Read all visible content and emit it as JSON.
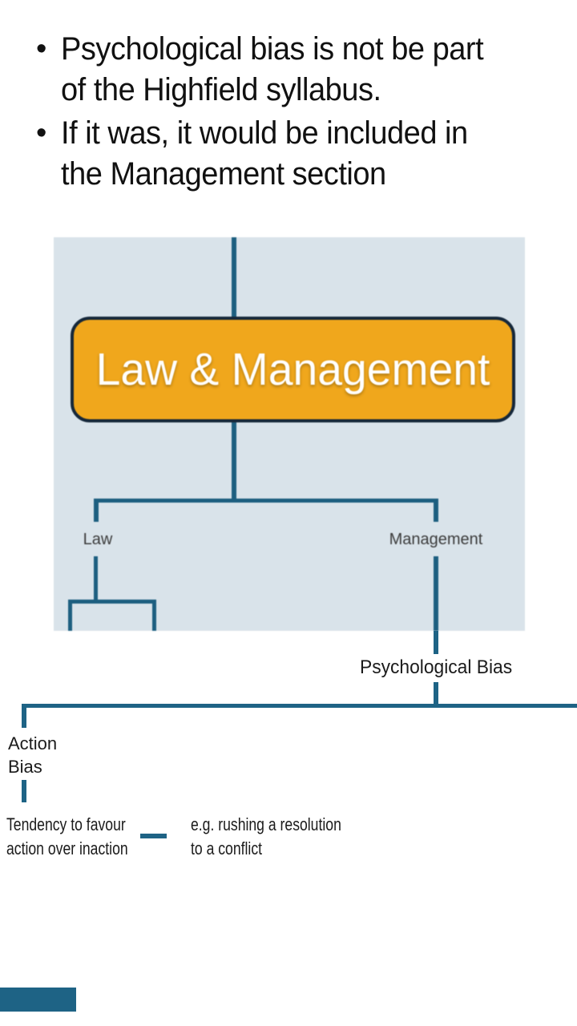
{
  "bullet_char": "•",
  "bullets": [
    {
      "lines": [
        "Psychological bias is not be part",
        "of the Highfield syllabus."
      ]
    },
    {
      "lines": [
        "If it was, it would be included in",
        "the Management section"
      ]
    }
  ],
  "org_chart": {
    "root": "Law & Management",
    "children": [
      {
        "label": "Law"
      },
      {
        "label": "Management"
      }
    ]
  },
  "annotations": {
    "branch_label": "Psychological Bias",
    "node_lines": [
      "Action",
      "Bias"
    ],
    "definition_lines": [
      "Tendency to favour",
      "action over inaction"
    ],
    "example_lines": [
      "e.g. rushing a resolution",
      "to a conflict"
    ]
  },
  "colors": {
    "connector_teal": "#1E6385",
    "image_line_teal": "#1D5F80",
    "image_background": "#D9E3EA",
    "node_orange": "#F0A71C",
    "node_border_navy": "#16283A",
    "accent_bar": "#1E6385"
  }
}
